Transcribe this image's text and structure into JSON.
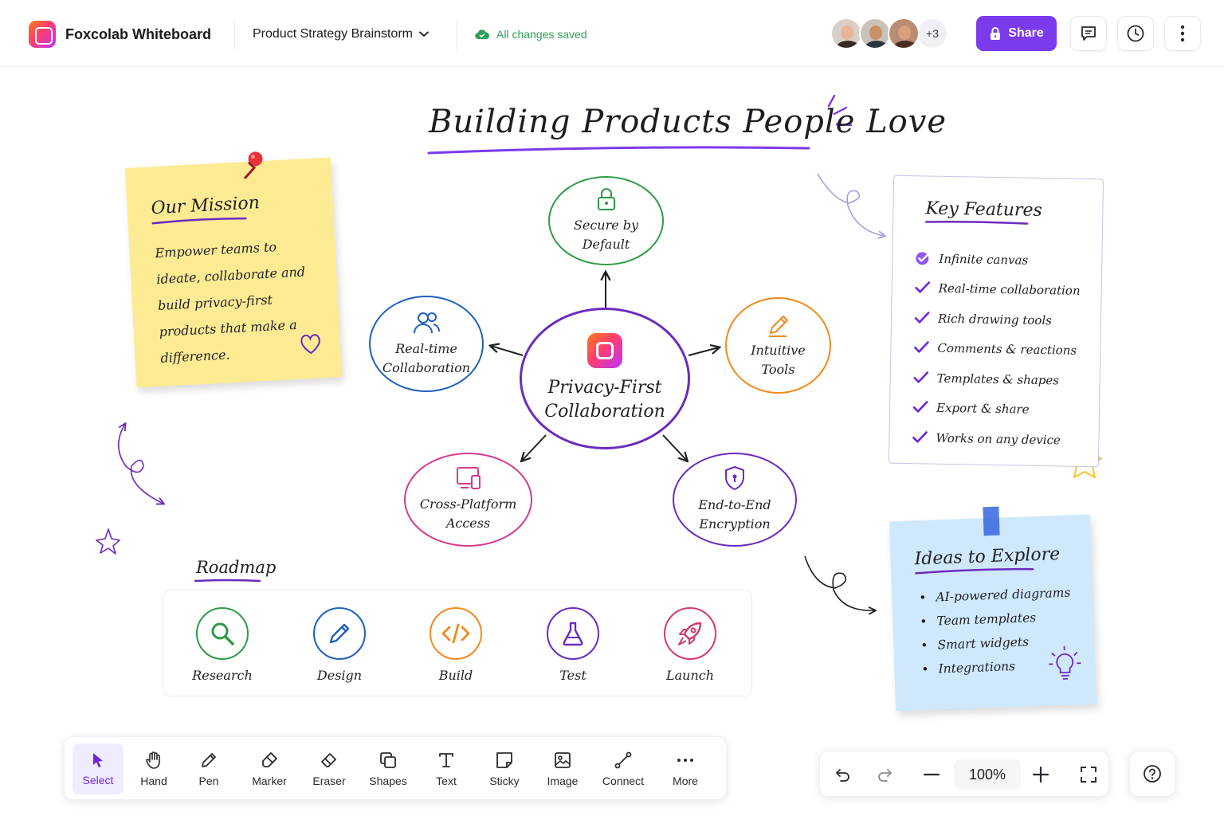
{
  "header": {
    "app_name": "Foxcolab Whiteboard",
    "board_title": "Product Strategy Brainstorm",
    "save_status": "All changes saved",
    "collaborators_more": "+3",
    "share_label": "Share"
  },
  "canvas": {
    "title": "Building Products People Love",
    "mission": {
      "heading": "Our Mission",
      "text": "Empower teams to ideate, collaborate and build privacy-first products that make a difference."
    },
    "features": {
      "heading": "Key Features",
      "items": [
        "Infinite canvas",
        "Real-time collaboration",
        "Rich drawing tools",
        "Comments & reactions",
        "Templates & shapes",
        "Export & share",
        "Works on any device"
      ]
    },
    "ideas": {
      "heading": "Ideas to Explore",
      "items": [
        "AI-powered diagrams",
        "Team templates",
        "Smart widgets",
        "Integrations"
      ]
    },
    "mindmap": {
      "center": [
        "Privacy-First",
        "Collaboration"
      ],
      "nodes": [
        {
          "label": [
            "Secure by",
            "Default"
          ],
          "color": "#2e9a46",
          "icon": "lock-icon"
        },
        {
          "label": [
            "Real-time",
            "Collaboration"
          ],
          "color": "#1f5fbf",
          "icon": "users-icon"
        },
        {
          "label": [
            "Intuitive",
            "Tools"
          ],
          "color": "#f08a1c",
          "icon": "pencil-icon"
        },
        {
          "label": [
            "Cross-Platform",
            "Access"
          ],
          "color": "#d63a8a",
          "icon": "devices-icon"
        },
        {
          "label": [
            "End-to-End",
            "Encryption"
          ],
          "color": "#6b2bbf",
          "icon": "shield-icon"
        }
      ]
    },
    "roadmap": {
      "title": "Roadmap",
      "steps": [
        {
          "label": "Research",
          "color": "#2e9a46",
          "icon": "search-icon"
        },
        {
          "label": "Design",
          "color": "#1f5fbf",
          "icon": "pencil-icon"
        },
        {
          "label": "Build",
          "color": "#f08a1c",
          "icon": "code-icon"
        },
        {
          "label": "Test",
          "color": "#6b2bbf",
          "icon": "flask-icon"
        },
        {
          "label": "Launch",
          "color": "#d63a6a",
          "icon": "rocket-icon"
        }
      ]
    }
  },
  "toolbar": {
    "tools": [
      {
        "label": "Select",
        "icon": "cursor-icon",
        "active": true
      },
      {
        "label": "Hand",
        "icon": "hand-icon"
      },
      {
        "label": "Pen",
        "icon": "pen-icon"
      },
      {
        "label": "Marker",
        "icon": "marker-icon"
      },
      {
        "label": "Eraser",
        "icon": "eraser-icon"
      },
      {
        "label": "Shapes",
        "icon": "shapes-icon"
      },
      {
        "label": "Text",
        "icon": "text-icon"
      },
      {
        "label": "Sticky",
        "icon": "sticky-icon"
      },
      {
        "label": "Image",
        "icon": "image-icon"
      },
      {
        "label": "Connect",
        "icon": "connect-icon"
      },
      {
        "label": "More",
        "icon": "more-icon"
      }
    ]
  },
  "zoom": {
    "value": "100%"
  },
  "colors": {
    "accent": "#7c3aed",
    "saved": "#2f9e58",
    "sticky_yellow": "#fdeb94",
    "sticky_blue": "#cfe8fb"
  }
}
